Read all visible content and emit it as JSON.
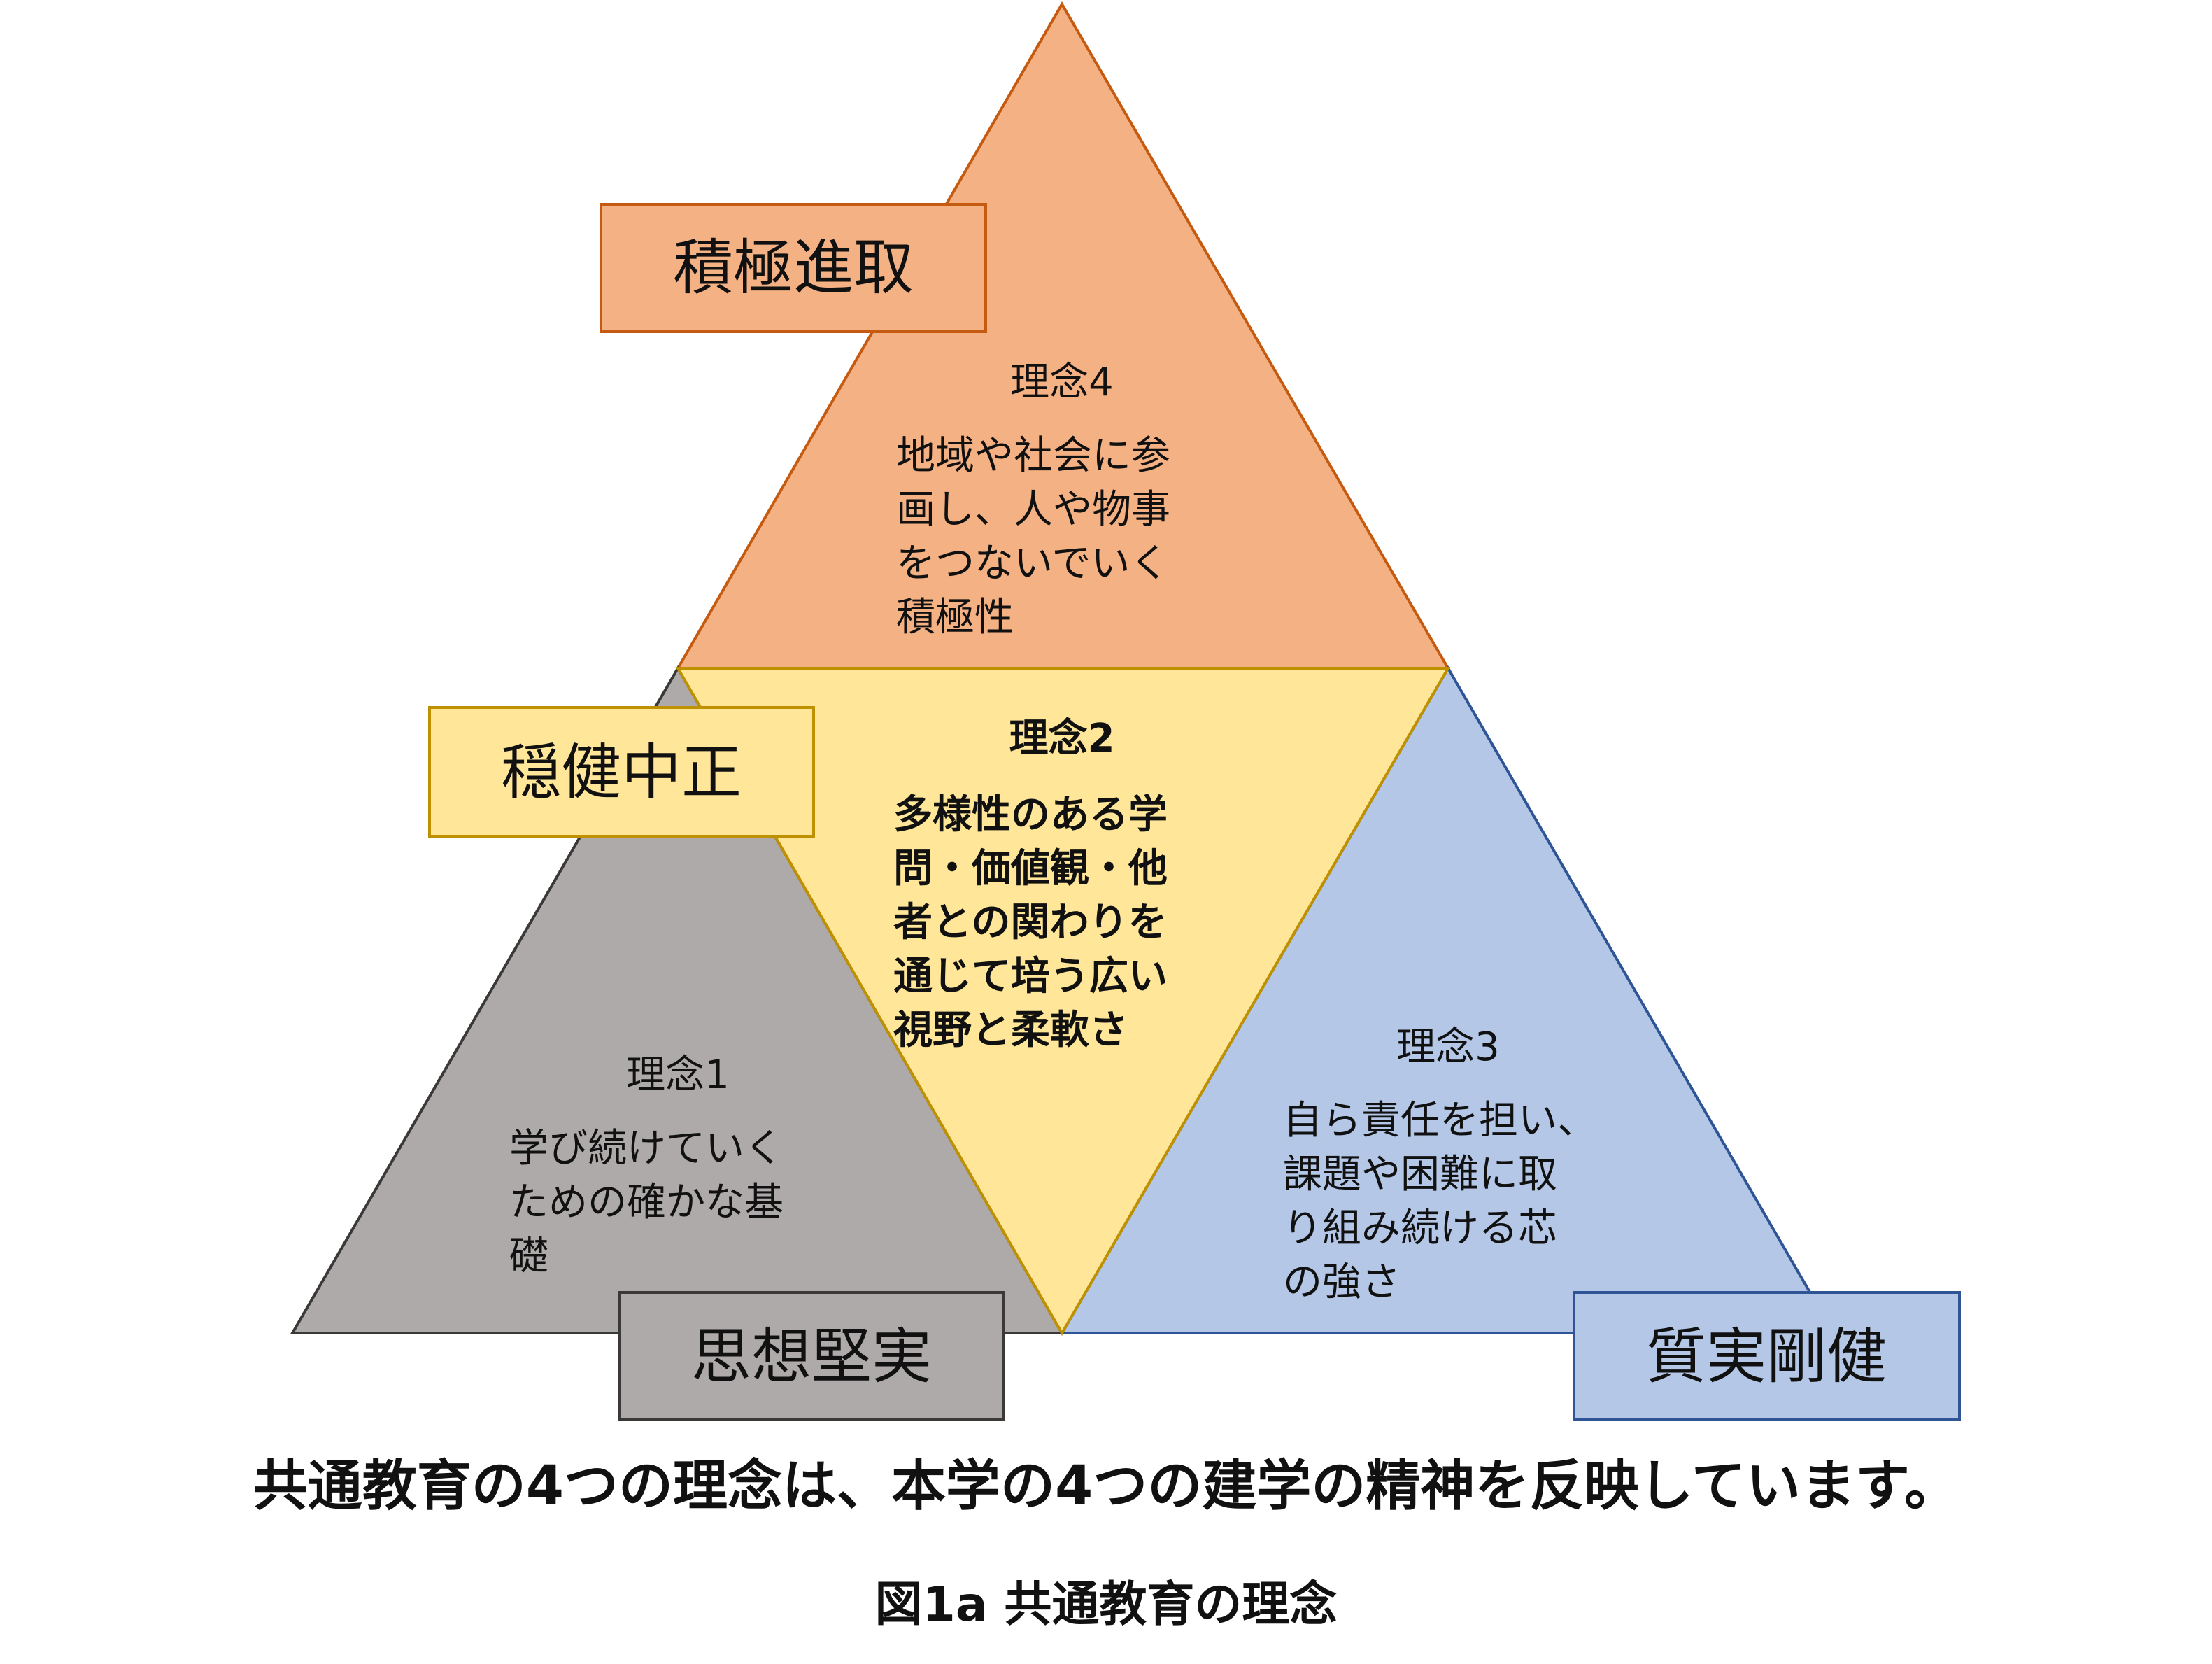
{
  "colors": {
    "orange_fill": "#f4b183",
    "orange_stroke": "#c55a11",
    "gray_fill": "#aeaaaa",
    "gray_stroke": "#3b3838",
    "yellow_fill": "#ffe699",
    "yellow_stroke": "#bf9000",
    "blue_fill": "#b4c7e7",
    "blue_stroke": "#2f5597"
  },
  "principles": [
    {
      "title": "理念1",
      "lines": [
        "学び続けていく",
        "ための確かな基",
        "礎"
      ],
      "spirit": "思想堅実"
    },
    {
      "title": "理念2",
      "lines": [
        "多様性のある学",
        "問・価値観・他",
        "者との関わりを",
        "通じて培う広い",
        "視野と柔軟さ"
      ],
      "spirit": "穏健中正"
    },
    {
      "title": "理念3",
      "lines": [
        "自ら責任を担い、",
        "課題や困難に取",
        "り組み続ける芯",
        "の強さ"
      ],
      "spirit": "質実剛健"
    },
    {
      "title": "理念4",
      "lines": [
        "地域や社会に参",
        "画し、人や物事",
        "をつないでいく",
        "積極性"
      ],
      "spirit": "積極進取"
    }
  ],
  "caption": "共通教育の4つの理念は、本学の4つの建学の精神を反映しています。",
  "figure_label": "図1a 共通教育の理念"
}
